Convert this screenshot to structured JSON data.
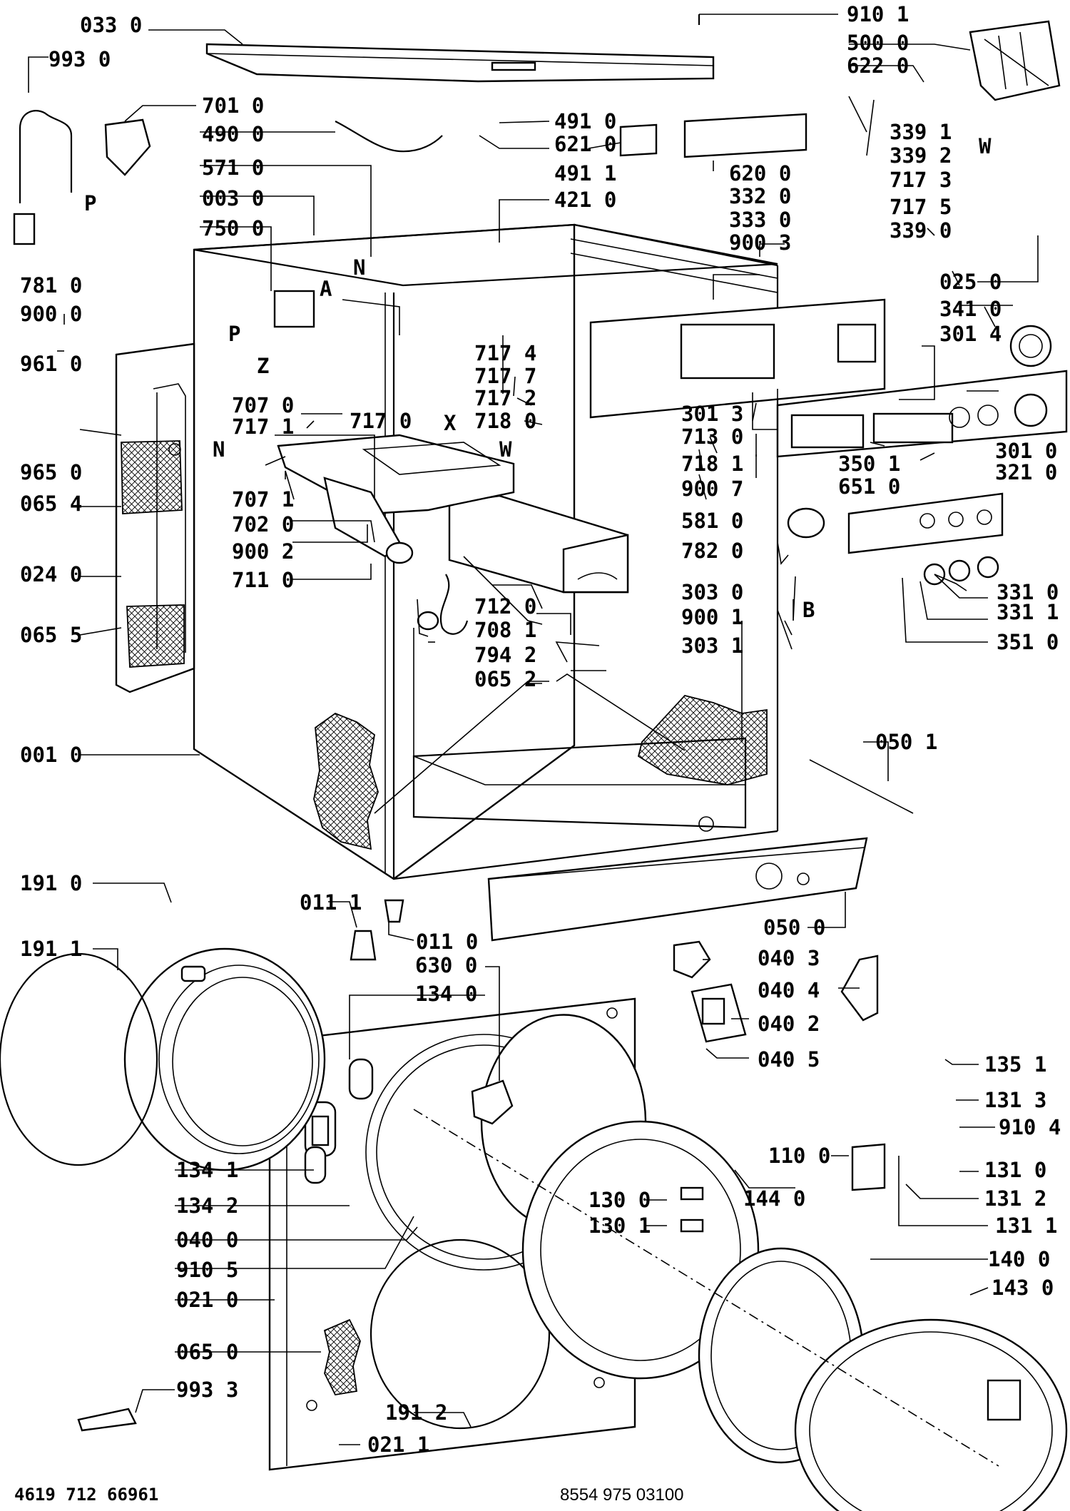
{
  "title": "Exploded parts diagram – washing machine",
  "labels": [
    "033 0",
    "993 0",
    "910 1",
    "500 0",
    "622 0",
    "701 0",
    "490 0",
    "491 0",
    "621 0",
    "491 1",
    "571 0",
    "620 0",
    "339 1",
    "339 2",
    "003 0",
    "332 0",
    "717 3",
    "717 5",
    "421 0",
    "333 0",
    "339 0",
    "750 0",
    "900 3",
    "781 0",
    "900 0",
    "025 0",
    "341 0",
    "301 4",
    "961 0",
    "717 4",
    "717 7",
    "717 2",
    "718 0",
    "707 0",
    "717 1",
    "717 0",
    "301 3",
    "713 0",
    "965 0",
    "718 1",
    "350 1",
    "301 0",
    "707 1",
    "900 7",
    "651 0",
    "321 0",
    "065 4",
    "702 0",
    "900 2",
    "581 0",
    "024 0",
    "711 0",
    "782 0",
    "331 0",
    "712 0",
    "303 0",
    "900 1",
    "331 1",
    "065 5",
    "708 1",
    "303 1",
    "351 0",
    "794 2",
    "065 2",
    "050 1",
    "001 0",
    "191 0",
    "011 1",
    "050 0",
    "011 0",
    "191 1",
    "040 3",
    "630 0",
    "134 0",
    "040 4",
    "040 2",
    "040 5",
    "135 1",
    "131 3",
    "910 4",
    "110 0",
    "134 1",
    "131 0",
    "144 0",
    "134 2",
    "130 0",
    "131 2",
    "130 1",
    "040 0",
    "131 1",
    "910 5",
    "140 0",
    "021 0",
    "143 0",
    "065 0",
    "993 3",
    "191 2",
    "021 1"
  ],
  "markers": [
    "P",
    "N",
    "A",
    "P",
    "Z",
    "X",
    "W",
    "N",
    "W",
    "B"
  ],
  "footer": {
    "left": "4619 712 66961",
    "right": "8554 975 03100"
  }
}
